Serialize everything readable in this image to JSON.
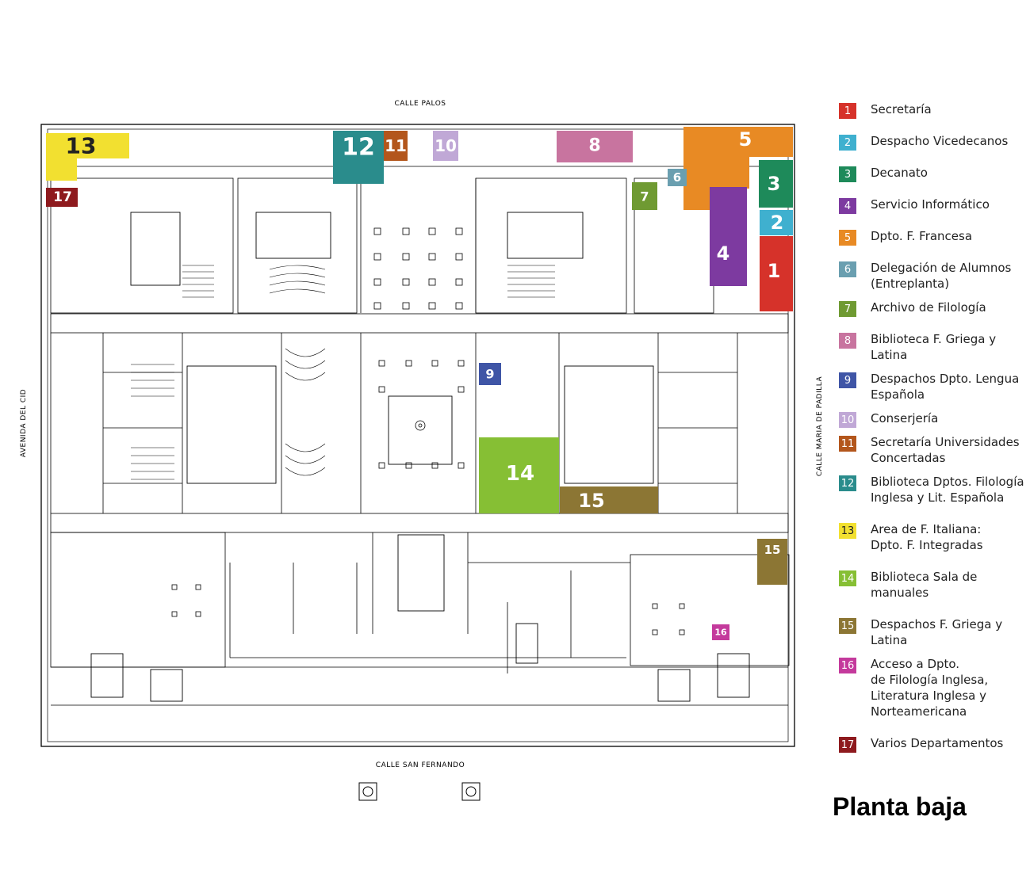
{
  "map": {
    "streets": {
      "north": "CALLE PALOS",
      "south": "CALLE SAN FERNANDO",
      "west": "AVENIDA DEL CID",
      "east": "CALLE MARIA DE PADILLA"
    },
    "zones": [
      {
        "id": "1",
        "color": "#d6322a"
      },
      {
        "id": "2",
        "color": "#3fb0cf"
      },
      {
        "id": "3",
        "color": "#1e8a5a"
      },
      {
        "id": "4",
        "color": "#7d3aa0"
      },
      {
        "id": "5",
        "color": "#e88a24"
      },
      {
        "id": "6",
        "color": "#6a9fb0"
      },
      {
        "id": "7",
        "color": "#6f9a32"
      },
      {
        "id": "8",
        "color": "#c8749f"
      },
      {
        "id": "9",
        "color": "#3f55a6"
      },
      {
        "id": "10",
        "color": "#c0a8d6"
      },
      {
        "id": "11",
        "color": "#b3561c"
      },
      {
        "id": "12",
        "color": "#2a8c8c"
      },
      {
        "id": "13",
        "color": "#f2e030"
      },
      {
        "id": "14",
        "color": "#86bf34"
      },
      {
        "id": "15",
        "color": "#8c7634"
      },
      {
        "id": "16",
        "color": "#c43a9c"
      },
      {
        "id": "17",
        "color": "#8e1a1e"
      }
    ]
  },
  "legend": {
    "items": [
      {
        "num": "1",
        "label": "Secretaría",
        "color": "#d6322a"
      },
      {
        "num": "2",
        "label": "Despacho Vicedecanos",
        "color": "#3fb0cf"
      },
      {
        "num": "3",
        "label": "Decanato",
        "color": "#1e8a5a"
      },
      {
        "num": "4",
        "label": "Servicio Informático",
        "color": "#7d3aa0"
      },
      {
        "num": "5",
        "label": "Dpto. F. Francesa",
        "color": "#e88a24"
      },
      {
        "num": "6",
        "label": "Delegación de Alumnos\n(Entreplanta)",
        "color": "#6a9fb0"
      },
      {
        "num": "7",
        "label": "Archivo de Filología",
        "color": "#6f9a32"
      },
      {
        "num": "8",
        "label": "Biblioteca F. Griega y\nLatina",
        "color": "#c8749f"
      },
      {
        "num": "9",
        "label": "Despachos Dpto. Lengua\nEspañola",
        "color": "#3f55a6"
      },
      {
        "num": "10",
        "label": "Conserjería",
        "color": "#c0a8d6"
      },
      {
        "num": "11",
        "label": "Secretaría Universidades\nConcertadas",
        "color": "#b3561c"
      },
      {
        "num": "12",
        "label": "Biblioteca Dptos. Filología\nInglesa y Lit. Española",
        "color": "#2a8c8c"
      },
      {
        "num": "13",
        "label": "Area de F. Italiana:\nDpto. F. Integradas",
        "color": "#f2e030"
      },
      {
        "num": "14",
        "label": "Biblioteca Sala de\nmanuales",
        "color": "#86bf34"
      },
      {
        "num": "15",
        "label": "Despachos F. Griega y\nLatina",
        "color": "#8c7634"
      },
      {
        "num": "16",
        "label": "Acceso a Dpto.\nde Filología Inglesa,\nLiteratura Inglesa y\nNorteamericana",
        "color": "#c43a9c"
      },
      {
        "num": "17",
        "label": "Varios Departamentos",
        "color": "#8e1a1e"
      }
    ]
  },
  "title": "Planta baja"
}
